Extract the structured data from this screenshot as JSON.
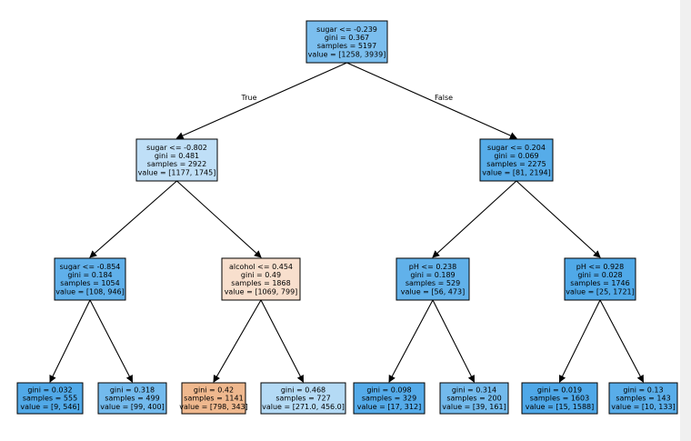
{
  "tree": {
    "edge_labels": {
      "true_label": "True",
      "false_label": "False"
    },
    "nodes": [
      {
        "id": "root",
        "lines": [
          "sugar <= -0.239",
          "gini = 0.367",
          "samples = 5197",
          "value = [1258, 3939]"
        ],
        "fill": "#7bbeee"
      },
      {
        "id": "n1",
        "lines": [
          "sugar <= -0.802",
          "gini = 0.481",
          "samples = 2922",
          "value = [1177, 1745]"
        ],
        "fill": "#bfdff7"
      },
      {
        "id": "n2",
        "lines": [
          "sugar <= 0.204",
          "gini = 0.069",
          "samples = 2275",
          "value = [81, 2194]"
        ],
        "fill": "#56ace9"
      },
      {
        "id": "n3",
        "lines": [
          "sugar <= -0.854",
          "gini = 0.184",
          "samples = 1054",
          "value = [108, 946]"
        ],
        "fill": "#60b0ea"
      },
      {
        "id": "n4",
        "lines": [
          "alcohol <= 0.454",
          "gini = 0.49",
          "samples = 1868",
          "value = [1069, 799]"
        ],
        "fill": "#f8dfcd"
      },
      {
        "id": "n5",
        "lines": [
          "pH <= 0.238",
          "gini = 0.189",
          "samples = 529",
          "value = [56, 473]"
        ],
        "fill": "#61b1ea"
      },
      {
        "id": "n6",
        "lines": [
          "pH <= 0.928",
          "gini = 0.028",
          "samples = 1746",
          "value = [25, 1721]"
        ],
        "fill": "#50a9e8"
      },
      {
        "id": "l1",
        "lines": [
          "gini = 0.032",
          "samples = 555",
          "value = [9, 546]"
        ],
        "fill": "#51a9e8"
      },
      {
        "id": "l2",
        "lines": [
          "gini = 0.318",
          "samples = 499",
          "value = [99, 400]"
        ],
        "fill": "#73baed"
      },
      {
        "id": "l3",
        "lines": [
          "gini = 0.42",
          "samples = 1141",
          "value = [798, 343]"
        ],
        "fill": "#efb88e"
      },
      {
        "id": "l4",
        "lines": [
          "gini = 0.468",
          "samples = 727",
          "value = [271.0, 456.0]"
        ],
        "fill": "#b4daf5"
      },
      {
        "id": "l5",
        "lines": [
          "gini = 0.098",
          "samples = 329",
          "value = [17, 312]"
        ],
        "fill": "#55abe9"
      },
      {
        "id": "l6",
        "lines": [
          "gini = 0.314",
          "samples = 200",
          "value = [39, 161]"
        ],
        "fill": "#73baec"
      },
      {
        "id": "l7",
        "lines": [
          "gini = 0.019",
          "samples = 1603",
          "value = [15, 1588]"
        ],
        "fill": "#4fa8e8"
      },
      {
        "id": "l8",
        "lines": [
          "gini = 0.13",
          "samples = 143",
          "value = [10, 133]"
        ],
        "fill": "#59ade9"
      }
    ],
    "edges": [
      [
        "root",
        "n1"
      ],
      [
        "root",
        "n2"
      ],
      [
        "n1",
        "n3"
      ],
      [
        "n1",
        "n4"
      ],
      [
        "n2",
        "n5"
      ],
      [
        "n2",
        "n6"
      ],
      [
        "n3",
        "l1"
      ],
      [
        "n3",
        "l2"
      ],
      [
        "n4",
        "l3"
      ],
      [
        "n4",
        "l4"
      ],
      [
        "n5",
        "l5"
      ],
      [
        "n5",
        "l6"
      ],
      [
        "n6",
        "l7"
      ],
      [
        "n6",
        "l8"
      ]
    ]
  }
}
